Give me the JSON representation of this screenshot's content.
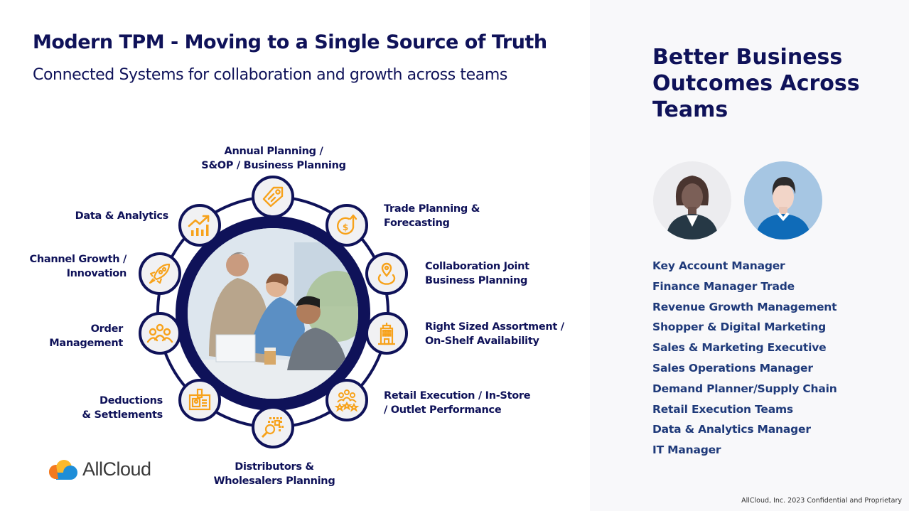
{
  "header": {
    "title": "Modern TPM - Moving to a Single Source of Truth",
    "subtitle": "Connected Systems for collaboration and growth across teams"
  },
  "diagram": {
    "center_image": "team-collaborating-at-laptop-photo",
    "nodes": [
      {
        "id": "annual-planning",
        "icon": "price-tag-icon",
        "label_lines": [
          "Annual Planning /",
          "S&OP / Business Planning"
        ]
      },
      {
        "id": "trade-planning",
        "icon": "dollar-growth-icon",
        "label_lines": [
          "Trade Planning &",
          "Forecasting"
        ]
      },
      {
        "id": "collaboration",
        "icon": "location-pin-icon",
        "label_lines": [
          "Collaboration Joint",
          "Business Planning"
        ]
      },
      {
        "id": "assortment",
        "icon": "building-icon",
        "label_lines": [
          "Right Sized Assortment /",
          "On-Shelf Availability"
        ]
      },
      {
        "id": "retail-execution",
        "icon": "team-stars-icon",
        "label_lines": [
          "Retail Execution / In-Store",
          "/ Outlet Performance"
        ]
      },
      {
        "id": "distributors",
        "icon": "data-search-icon",
        "label_lines": [
          "Distributors &",
          "Wholesalers Planning"
        ]
      },
      {
        "id": "deductions",
        "icon": "id-card-icon",
        "label_lines": [
          "Deductions",
          "& Settlements"
        ]
      },
      {
        "id": "order-management",
        "icon": "group-icon",
        "label_lines": [
          "Order",
          "Management"
        ]
      },
      {
        "id": "channel-growth",
        "icon": "rocket-icon",
        "label_lines": [
          "Channel Growth /",
          "Innovation"
        ]
      },
      {
        "id": "data-analytics",
        "icon": "chart-growth-icon",
        "label_lines": [
          "Data & Analytics"
        ]
      }
    ]
  },
  "right_panel": {
    "heading_lines": [
      "Better Business",
      "Outcomes Across",
      "Teams"
    ],
    "avatars": [
      "woman-avatar",
      "man-avatar"
    ],
    "roles": [
      "Key Account Manager",
      "Finance Manager Trade",
      "Revenue Growth Management",
      "Shopper & Digital Marketing",
      "Sales & Marketing Executive",
      "Sales Operations Manager",
      "Demand Planner/Supply Chain",
      "Retail Execution Teams",
      "Data & Analytics Manager",
      "IT Manager"
    ]
  },
  "logo": {
    "text": "AllCloud"
  },
  "footer": {
    "text": "AllCloud, Inc. 2023 Confidential and Proprietary"
  },
  "colors": {
    "navy": "#0f1259",
    "role_blue": "#1f3a7a",
    "icon_orange": "#f7a21b",
    "panel_bg": "#f8f8fa",
    "node_bg": "#f1f1f3"
  }
}
